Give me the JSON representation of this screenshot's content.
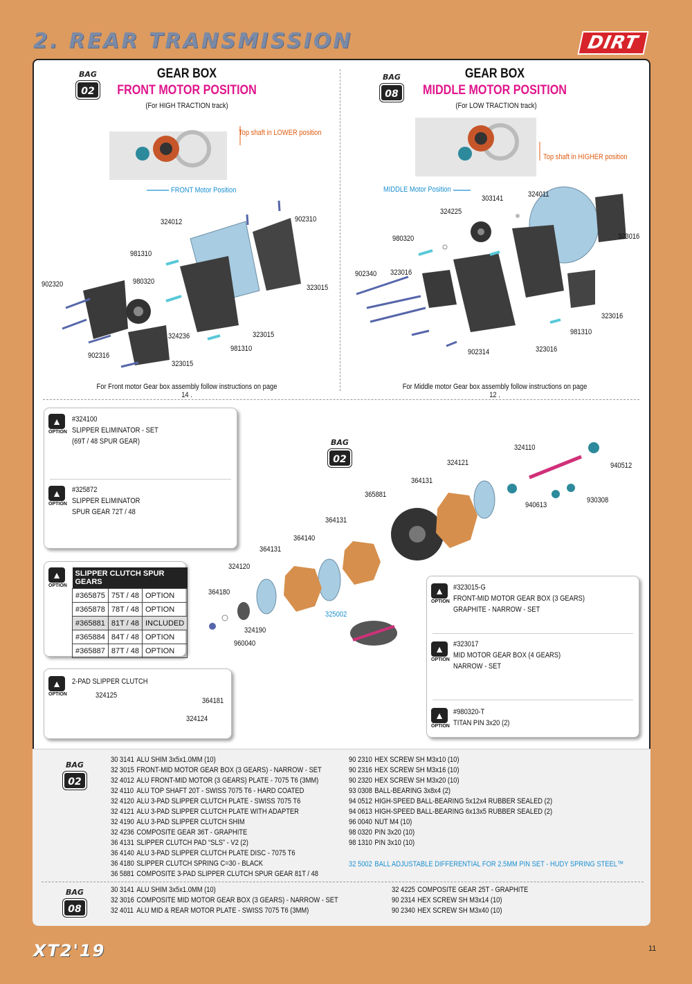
{
  "header": {
    "title": "2. REAR TRANSMISSION",
    "brand": "DIRT"
  },
  "front": {
    "bag_label": "BAG",
    "bag_num": "02",
    "title": "GEAR BOX",
    "subtitle": "FRONT MOTOR POSITION",
    "note": "(For HIGH TRACTION track)",
    "shaft_note": "Top shaft in LOWER position",
    "position_label": "FRONT Motor Position",
    "parts": [
      "902310",
      "324012",
      "981310",
      "980320",
      "902320",
      "324236",
      "323015",
      "323015",
      "981310",
      "902316",
      "323015"
    ],
    "footer": "For Front motor Gear box assembly follow instructions on page 14 ."
  },
  "middle": {
    "bag_label": "BAG",
    "bag_num": "08",
    "title": "GEAR BOX",
    "subtitle": "MIDDLE MOTOR POSITION",
    "note": "(For LOW TRACTION track)",
    "shaft_note": "Top shaft in HIGHER position",
    "position_label": "MIDDLE Motor Position",
    "parts": [
      "303141",
      "324011",
      "324225",
      "323016",
      "980320",
      "902340",
      "323016",
      "323016",
      "981310",
      "902314",
      "323016"
    ],
    "footer": "For Middle motor Gear box assembly follow instructions on page 12 ."
  },
  "options": {
    "opt1": {
      "code": "#324100",
      "line1": "SLIPPER ELIMINATOR - SET",
      "line2": "(69T / 48 SPUR GEAR)"
    },
    "opt2": {
      "code": "#325872",
      "line1": "SLIPPER ELIMINATOR",
      "line2": "SPUR GEAR 72T / 48"
    },
    "option_word": "OPTION",
    "spur_table": {
      "header": "SLIPPER CLUTCH SPUR GEARS",
      "rows": [
        [
          "#365875",
          "75T / 48",
          "OPTION"
        ],
        [
          "#365878",
          "78T / 48",
          "OPTION"
        ],
        [
          "#365881",
          "81T / 48",
          "INCLUDED"
        ],
        [
          "#365884",
          "84T / 48",
          "OPTION"
        ],
        [
          "#365887",
          "87T / 48",
          "OPTION"
        ]
      ]
    },
    "two_pad": {
      "title": "2-PAD SLIPPER CLUTCH",
      "p1": "324125",
      "p2": "364181",
      "p3": "324124"
    },
    "right1": {
      "code": "#323015-G",
      "line1": "FRONT-MID MOTOR GEAR BOX (3 GEARS)",
      "line2": "GRAPHITE - NARROW - SET"
    },
    "right2": {
      "code": "#323017",
      "line1": "MID MOTOR GEAR BOX (4 GEARS)",
      "line2": "NARROW - SET"
    },
    "right3": {
      "code": "#980320-T",
      "line1": "TITAN PIN 3x20  (2)"
    }
  },
  "slipper": {
    "bag_label": "BAG",
    "bag_num": "02",
    "parts": [
      "324110",
      "940512",
      "324121",
      "364131",
      "930308",
      "940613",
      "365881",
      "364131",
      "364140",
      "364131",
      "324120",
      "364180",
      "324190",
      "960040"
    ],
    "diff_part": "325002"
  },
  "parts_list": {
    "bag02": {
      "bag_label": "BAG",
      "bag_num": "02",
      "left": [
        [
          "30 3141",
          "ALU SHIM 3x5x1.0MM (10)"
        ],
        [
          "32 3015",
          "FRONT-MID MOTOR GEAR BOX (3 GEARS) - NARROW - SET"
        ],
        [
          "32 4012",
          "ALU FRONT-MID MOTOR (3 GEARS) PLATE - 7075 T6 (3MM)"
        ],
        [
          "32 4110",
          "ALU TOP SHAFT 20T - SWISS 7075 T6 - HARD COATED"
        ],
        [
          "32 4120",
          "ALU 3-PAD SLIPPER CLUTCH PLATE - SWISS 7075 T6"
        ],
        [
          "32 4121",
          "ALU 3-PAD SLIPPER CLUTCH PLATE WITH ADAPTER"
        ],
        [
          "32 4190",
          "ALU 3-PAD SLIPPER CLUTCH SHIM"
        ],
        [
          "32 4236",
          "COMPOSITE GEAR 36T - GRAPHITE"
        ],
        [
          "36 4131",
          "SLIPPER CLUTCH PAD “SLS” - V2 (2)"
        ],
        [
          "36 4140",
          "ALU 3-PAD SLIPPER CLUTCH PLATE DISC - 7075 T6"
        ],
        [
          "36 4180",
          "SLIPPER CLUTCH SPRING C=30 - BLACK"
        ],
        [
          "36 5881",
          "COMPOSITE 3-PAD SLIPPER CLUTCH SPUR GEAR 81T / 48"
        ]
      ],
      "right": [
        [
          "90 2310",
          "HEX SCREW SH M3x10  (10)"
        ],
        [
          "90 2316",
          "HEX SCREW SH M3x16  (10)"
        ],
        [
          "90 2320",
          "HEX SCREW SH M3x20  (10)"
        ],
        [
          "93 0308",
          "BALL-BEARING 3x8x4 (2)"
        ],
        [
          "94 0512",
          "HIGH-SPEED BALL-BEARING 5x12x4 RUBBER SEALED  (2)"
        ],
        [
          "94 0613",
          "HIGH-SPEED BALL-BEARING 6x13x5 RUBBER SEALED  (2)"
        ],
        [
          "96 0040",
          "NUT M4  (10)"
        ],
        [
          "98 0320",
          "PIN 3x20  (10)"
        ],
        [
          "98 1310",
          "PIN 3x10  (10)"
        ]
      ],
      "highlight": [
        "32 5002",
        "BALL ADJUSTABLE DIFFERENTIAL FOR 2.5MM PIN SET - HUDY SPRING STEEL™"
      ]
    },
    "bag08": {
      "bag_label": "BAG",
      "bag_num": "08",
      "left": [
        [
          "30 3141",
          "ALU SHIM 3x5x1.0MM (10)"
        ],
        [
          "32 3016",
          "COMPOSITE MID MOTOR GEAR BOX (3 GEARS) - NARROW - SET"
        ],
        [
          "32 4011",
          "ALU MID & REAR MOTOR PLATE - SWISS 7075 T6 (3MM)"
        ]
      ],
      "right": [
        [
          "32 4225",
          "COMPOSITE GEAR 25T - GRAPHITE"
        ],
        [
          "90 2314",
          "HEX SCREW SH M3x14  (10)"
        ],
        [
          "90 2340",
          "HEX SCREW SH M3x40  (10)"
        ]
      ]
    }
  },
  "footer": {
    "model": "XT2'19",
    "page": "11"
  }
}
